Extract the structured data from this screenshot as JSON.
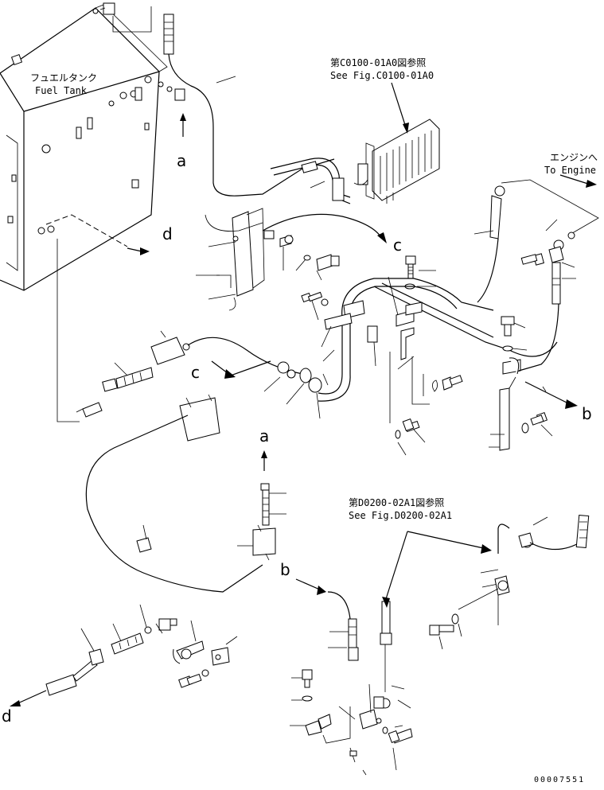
{
  "tank": {
    "label_jp": "フュエルタンク",
    "label_en": "Fuel Tank"
  },
  "refs": {
    "radiator_jp": "第C0100-01A0図参照",
    "radiator_en": "See Fig.C0100-01A0",
    "lower_jp": "第D0200-02A1図参照",
    "lower_en": "See Fig.D0200-02A1"
  },
  "engine": {
    "label_jp": "エンジンへ",
    "label_en": "To Engine"
  },
  "connectors": {
    "a_top": "a",
    "a_mid": "a",
    "b_right": "b",
    "b_lower": "b",
    "c_left": "c",
    "c_right": "c",
    "d_top": "d",
    "d_bottom": "d"
  },
  "drawing_number": "00007551"
}
